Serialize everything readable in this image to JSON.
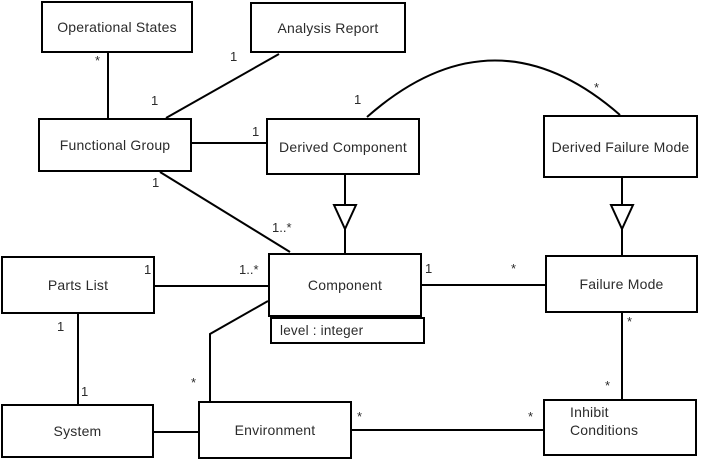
{
  "diagram": {
    "type": "uml-class-diagram",
    "background_color": "#ffffff",
    "line_color": "#000000",
    "classes": [
      {
        "id": "operational-states",
        "label": "Operational States"
      },
      {
        "id": "analysis-report",
        "label": "Analysis Report"
      },
      {
        "id": "functional-group",
        "label": "Functional Group"
      },
      {
        "id": "derived-component",
        "label": "Derived Component"
      },
      {
        "id": "derived-failure-mode",
        "label": "Derived Failure Mode"
      },
      {
        "id": "parts-list",
        "label": "Parts List"
      },
      {
        "id": "component",
        "label": "Component",
        "attribute": "level : integer"
      },
      {
        "id": "failure-mode",
        "label": "Failure Mode"
      },
      {
        "id": "system",
        "label": "System"
      },
      {
        "id": "environment",
        "label": "Environment"
      },
      {
        "id": "inhibit-conditions",
        "label": "Inhibit\nConditions"
      }
    ],
    "associations": [
      {
        "from": "operational-states",
        "to": "functional-group",
        "from_mult": "*",
        "to_mult": "1"
      },
      {
        "from": "analysis-report",
        "to": "functional-group",
        "from_mult": "1"
      },
      {
        "from": "functional-group",
        "to": "derived-component",
        "to_mult": "1"
      },
      {
        "from": "functional-group",
        "to": "component",
        "from_mult": "1",
        "to_mult": "1..*"
      },
      {
        "from": "derived-component",
        "to": "component",
        "kind": "generalization"
      },
      {
        "from": "derived-component",
        "to": "derived-failure-mode",
        "from_mult": "1",
        "to_mult": "*",
        "kind": "arc"
      },
      {
        "from": "derived-failure-mode",
        "to": "failure-mode",
        "kind": "generalization"
      },
      {
        "from": "parts-list",
        "to": "component",
        "from_mult": "1",
        "to_mult": "1..*"
      },
      {
        "from": "parts-list",
        "to": "system",
        "from_mult": "1",
        "to_mult": "1"
      },
      {
        "from": "component",
        "to": "failure-mode",
        "from_mult": "1",
        "to_mult": "*"
      },
      {
        "from": "component",
        "to": "environment",
        "to_mult": "*"
      },
      {
        "from": "system",
        "to": "environment"
      },
      {
        "from": "environment",
        "to": "inhibit-conditions",
        "from_mult": "*",
        "to_mult": "*"
      },
      {
        "from": "failure-mode",
        "to": "inhibit-conditions",
        "from_mult": "*",
        "to_mult": "*"
      }
    ],
    "multiplicities": [
      "*",
      "1",
      "1",
      "1",
      "1",
      "1..*",
      "1",
      "*",
      "1",
      "1..*",
      "1",
      "*",
      "1",
      "1",
      "*",
      "*",
      "*",
      "*",
      "*"
    ]
  }
}
